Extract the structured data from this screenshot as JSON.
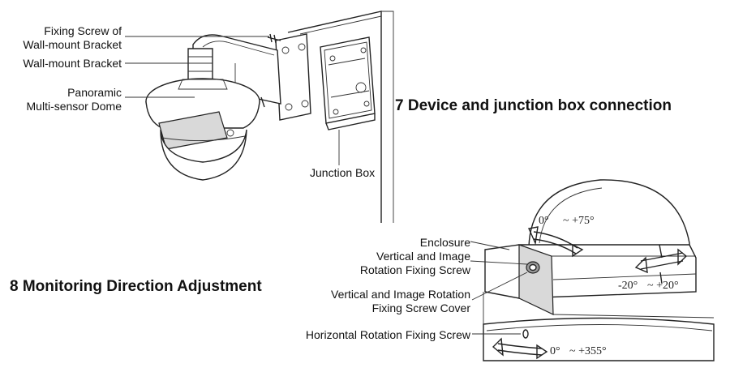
{
  "section7": {
    "heading": "7 Device and junction box connection",
    "labels": {
      "fixing_screw_line1": "Fixing Screw of",
      "fixing_screw_line2": "Wall-mount Bracket",
      "wall_mount_bracket": "Wall-mount Bracket",
      "dome_line1": "Panoramic",
      "dome_line2": "Multi-sensor Dome",
      "junction_box": "Junction Box"
    }
  },
  "section8": {
    "heading": "8 Monitoring Direction Adjustment",
    "labels": {
      "enclosure": "Enclosure",
      "vertical_screw_line1": "Vertical and Image",
      "vertical_screw_line2": "Rotation Fixing Screw",
      "cover_line1": "Vertical and Image Rotation",
      "cover_line2": "Fixing Screw Cover",
      "horizontal_screw": "Horizontal Rotation Fixing Screw"
    },
    "angles": {
      "vertical_start": "0°",
      "vertical_end": "~ +75°",
      "image_start": "-20°",
      "image_end": "~ +20°",
      "horizontal_start": "0°",
      "horizontal_end": "~ +355°"
    }
  }
}
